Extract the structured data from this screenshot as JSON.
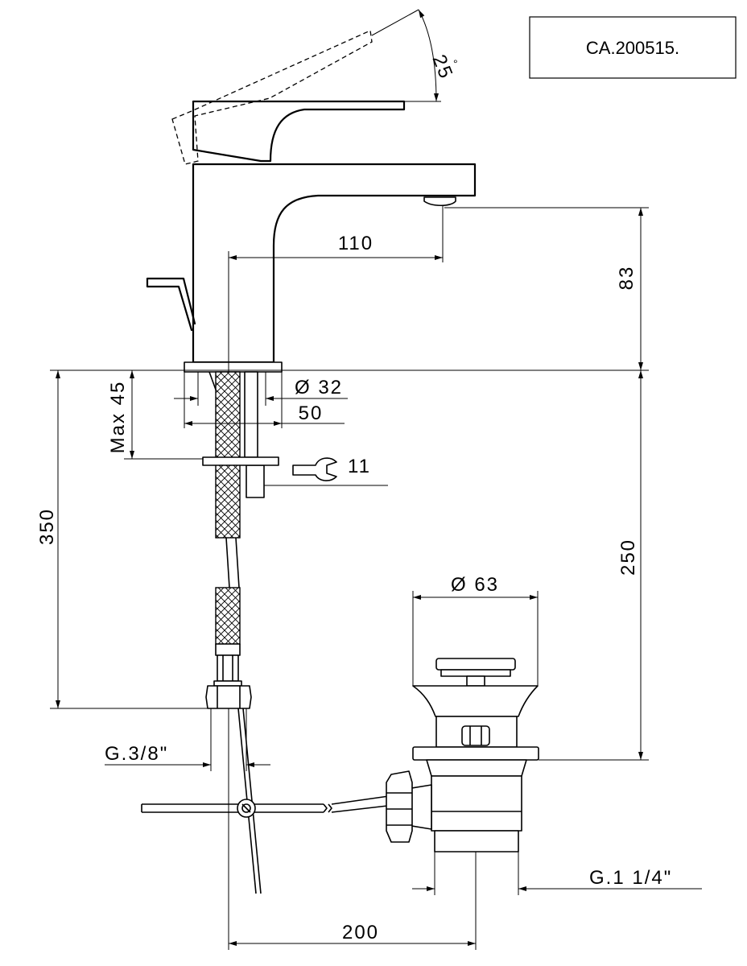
{
  "drawing_code": "CA.200515.",
  "dimensions": {
    "handle_angle": "25",
    "degree_symbol": "°",
    "spout_reach": "110",
    "spout_height": "83",
    "shank_diameter": "Ø 32",
    "base_diameter": "50",
    "max_deck_thickness": "Max 45",
    "wrench_size": "11",
    "hose_length": "350",
    "height_to_waste": "250",
    "waste_diameter": "Ø 63",
    "inlet_thread": "G.3/8\"",
    "waste_thread": "G.1 1/4\"",
    "centre_distance": "200"
  }
}
